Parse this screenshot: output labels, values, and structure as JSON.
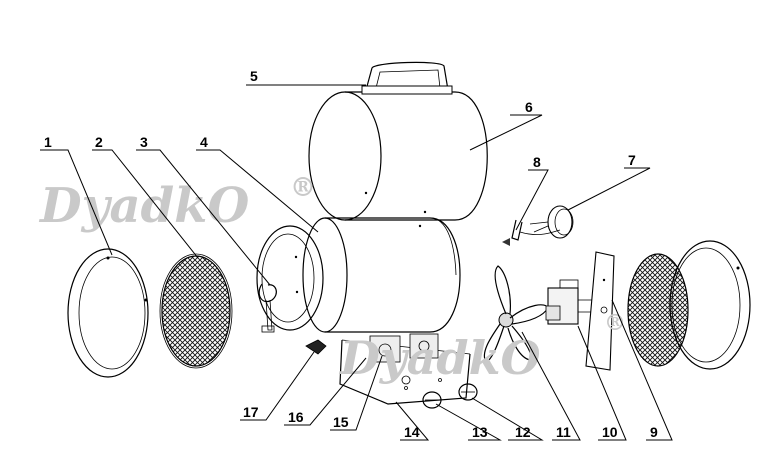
{
  "watermark": {
    "brand": "DyadkO",
    "registered_mark": "®"
  },
  "parts": [
    {
      "number": "1"
    },
    {
      "number": "2"
    },
    {
      "number": "3"
    },
    {
      "number": "4"
    },
    {
      "number": "5"
    },
    {
      "number": "6"
    },
    {
      "number": "7"
    },
    {
      "number": "8"
    },
    {
      "number": "9"
    },
    {
      "number": "10"
    },
    {
      "number": "11"
    },
    {
      "number": "12"
    },
    {
      "number": "13"
    },
    {
      "number": "14"
    },
    {
      "number": "15"
    },
    {
      "number": "16"
    },
    {
      "number": "17"
    }
  ]
}
